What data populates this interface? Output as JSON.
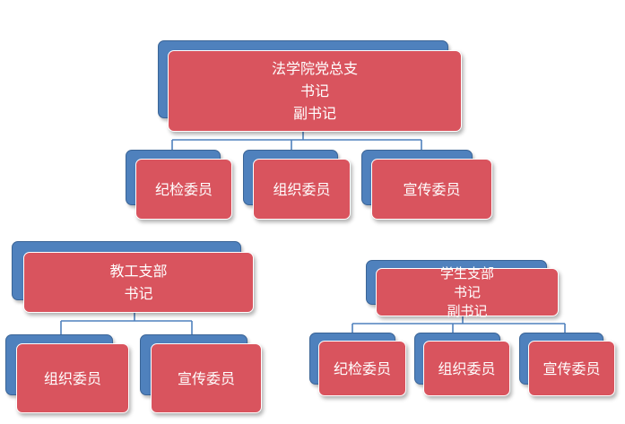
{
  "top": {
    "title": "法学院党总支",
    "line2": "书记",
    "line3": "副书记",
    "children": [
      "纪检委员",
      "组织委员",
      "宣传委员"
    ]
  },
  "faculty": {
    "title": "教工支部",
    "line2": "书记",
    "children": [
      "组织委员",
      "宣传委员"
    ]
  },
  "student": {
    "title": "学生支部",
    "line2": "书记",
    "line3": "副书记",
    "children": [
      "纪检委员",
      "组织委员",
      "宣传委员"
    ]
  },
  "colors": {
    "node_fill": "#d9545e",
    "node_shadow": "#4f81bd",
    "connector": "#4f81bd"
  }
}
